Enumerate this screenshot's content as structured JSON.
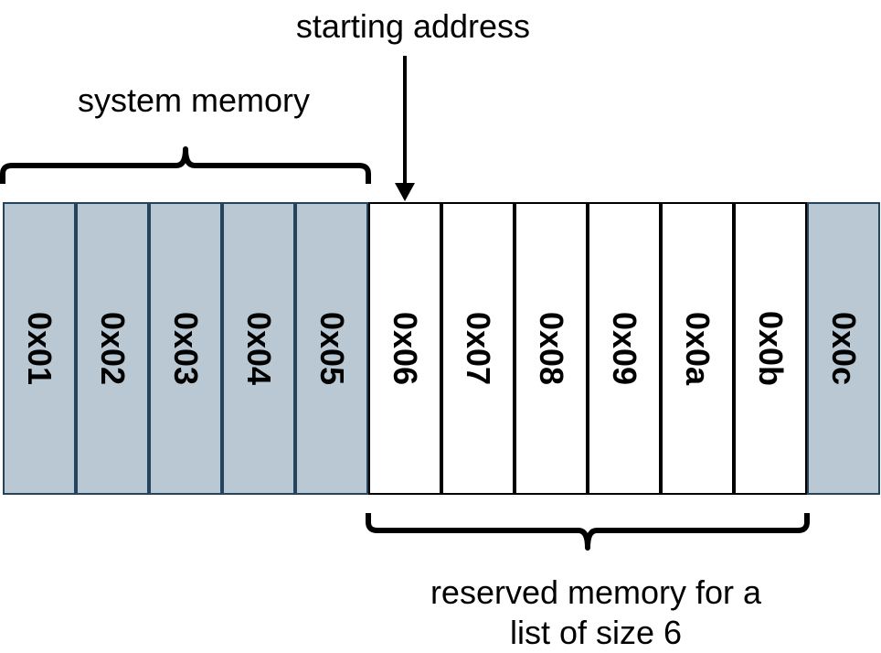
{
  "labels": {
    "starting_address": "starting address",
    "system_memory": "system memory",
    "reserved_line1": "reserved memory for a",
    "reserved_line2": "list of size 6"
  },
  "colors": {
    "system_fill": "#b9c8d3",
    "system_stroke": "#23445d",
    "free_fill": "#ffffff",
    "ink": "#000000"
  },
  "cells": [
    {
      "address": "0x01",
      "kind": "system"
    },
    {
      "address": "0x02",
      "kind": "system"
    },
    {
      "address": "0x03",
      "kind": "system"
    },
    {
      "address": "0x04",
      "kind": "system"
    },
    {
      "address": "0x05",
      "kind": "system"
    },
    {
      "address": "0x06",
      "kind": "reserved"
    },
    {
      "address": "0x07",
      "kind": "reserved"
    },
    {
      "address": "0x08",
      "kind": "reserved"
    },
    {
      "address": "0x09",
      "kind": "reserved"
    },
    {
      "address": "0x0a",
      "kind": "reserved"
    },
    {
      "address": "0x0b",
      "kind": "reserved"
    },
    {
      "address": "0x0c",
      "kind": "system"
    }
  ]
}
